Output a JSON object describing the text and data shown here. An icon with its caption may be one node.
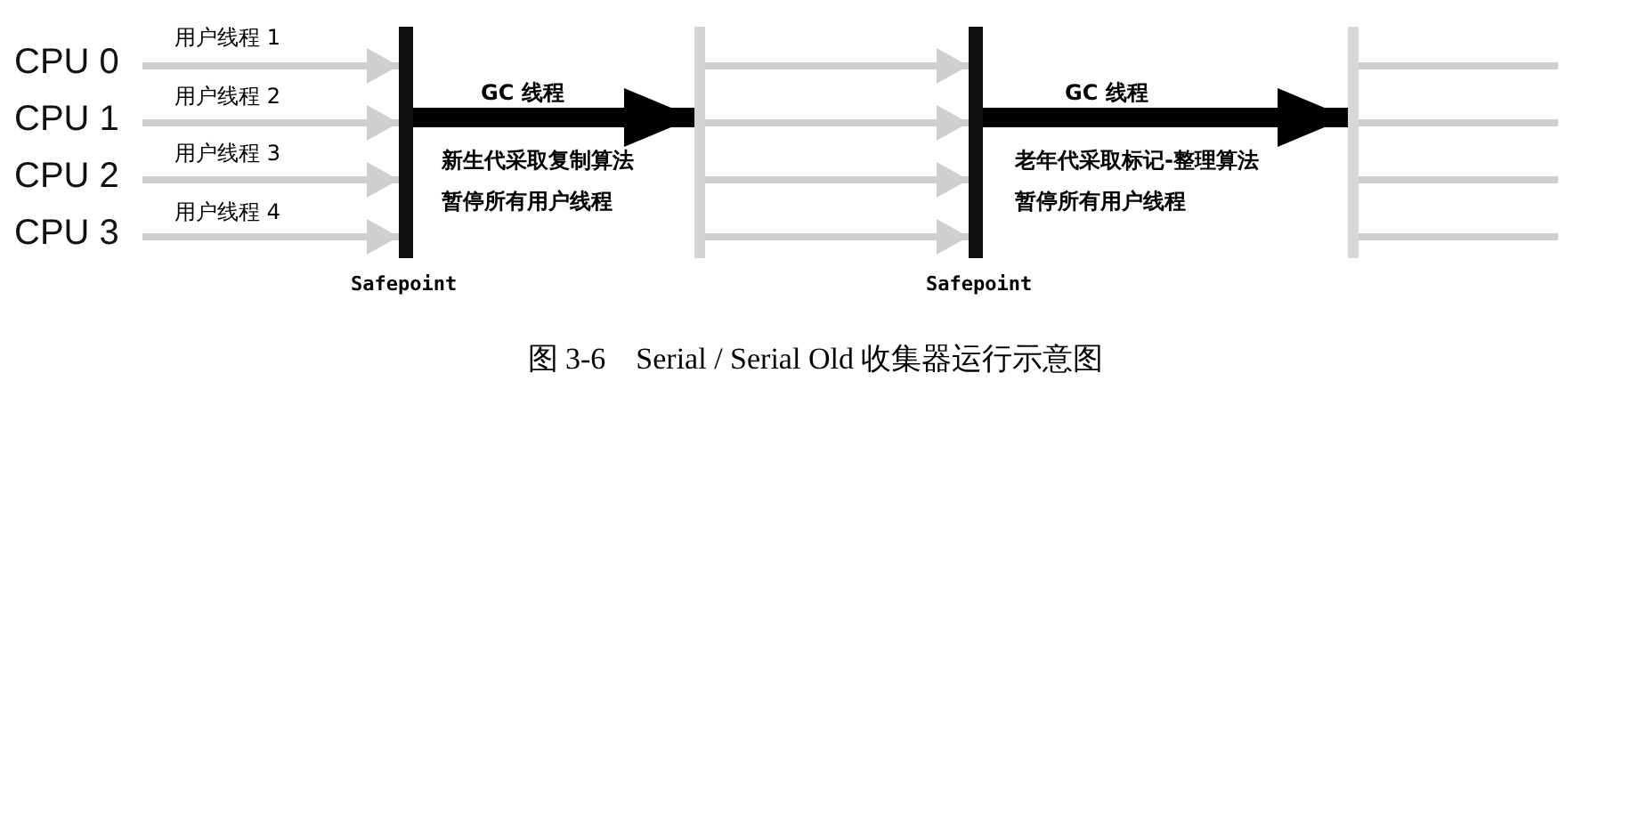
{
  "diagram": {
    "caption": "图 3-6　Serial / Serial Old 收集器运行示意图",
    "nodes": [
      {
        "text": [
          "CPU 0"
        ]
      },
      {
        "text": [
          "CPU 1"
        ]
      },
      {
        "text": [
          "CPU 2"
        ]
      },
      {
        "text": [
          "CPU 3"
        ]
      },
      {
        "text": [],
        "shape": "bar",
        "beside": [
          "Safepoint"
        ]
      },
      {
        "text": [],
        "shape": "bar"
      },
      {
        "text": [],
        "shape": "bar",
        "beside": [
          "Safepoint"
        ]
      },
      {
        "text": [],
        "shape": "bar"
      }
    ],
    "edges": [
      {
        "from": 0,
        "to": 4,
        "arrow": "to",
        "label": "用户线程 1"
      },
      {
        "from": 1,
        "to": 4,
        "arrow": "to",
        "label": "用户线程 2"
      },
      {
        "from": 2,
        "to": 4,
        "arrow": "to",
        "label": "用户线程 3"
      },
      {
        "from": 3,
        "to": 4,
        "arrow": "to",
        "label": "用户线程 4"
      },
      {
        "from": 4,
        "to": 5,
        "arrow": "to",
        "label": "GC 线程",
        "style": "thick",
        "color": "#000000"
      },
      {
        "from": 5,
        "to": 6,
        "arrow": "to"
      },
      {
        "from": 5,
        "to": 6,
        "arrow": "to"
      },
      {
        "from": 5,
        "to": 6,
        "arrow": "to"
      },
      {
        "from": 5,
        "to": 6,
        "arrow": "to"
      },
      {
        "from": 6,
        "to": 7,
        "arrow": "to",
        "label": "GC 线程",
        "style": "thick",
        "color": "#000000"
      },
      {
        "from": 7,
        "to": null,
        "arrow": "none"
      },
      {
        "from": 7,
        "to": null,
        "arrow": "none"
      },
      {
        "from": 7,
        "to": null,
        "arrow": "none"
      },
      {
        "from": 7,
        "to": null,
        "arrow": "none"
      }
    ],
    "labels": [
      "新生代采取复制算法",
      "暂停所有用户线程",
      "老年代采取标记-整理算法",
      "暂停所有用户线程"
    ]
  }
}
